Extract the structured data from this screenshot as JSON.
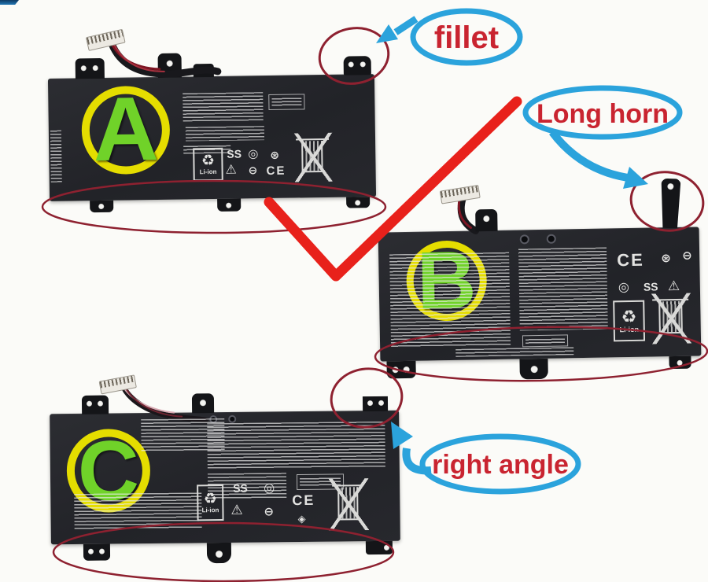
{
  "colors": {
    "page_bg": "#fbfbf8",
    "annotation_blue": "#2ba3dc",
    "label_red": "#c92430",
    "highlight_red": "#8e2130",
    "check_red": "#e8211b",
    "badge_ring_yellow": "#e5dd00",
    "badge_letter_green": "#70d229",
    "battery_body": "#222328",
    "battery_tab": "#141518"
  },
  "callouts": {
    "fillet": "fillet",
    "long_horn": "Long horn",
    "right_angle": "right angle"
  },
  "batteries": [
    {
      "badge": "A"
    },
    {
      "badge": "B"
    },
    {
      "badge": "C"
    }
  ],
  "markings": {
    "ce": "CE",
    "li_ion": "Li-ion",
    "ss": "SS",
    "warning_icon": "⚠",
    "recycle_icon": "♻",
    "circle_icon": "◎",
    "minus_circle_icon": "⊖",
    "asterisk_circle_icon": "⊛",
    "diamond_icon": "◈"
  }
}
